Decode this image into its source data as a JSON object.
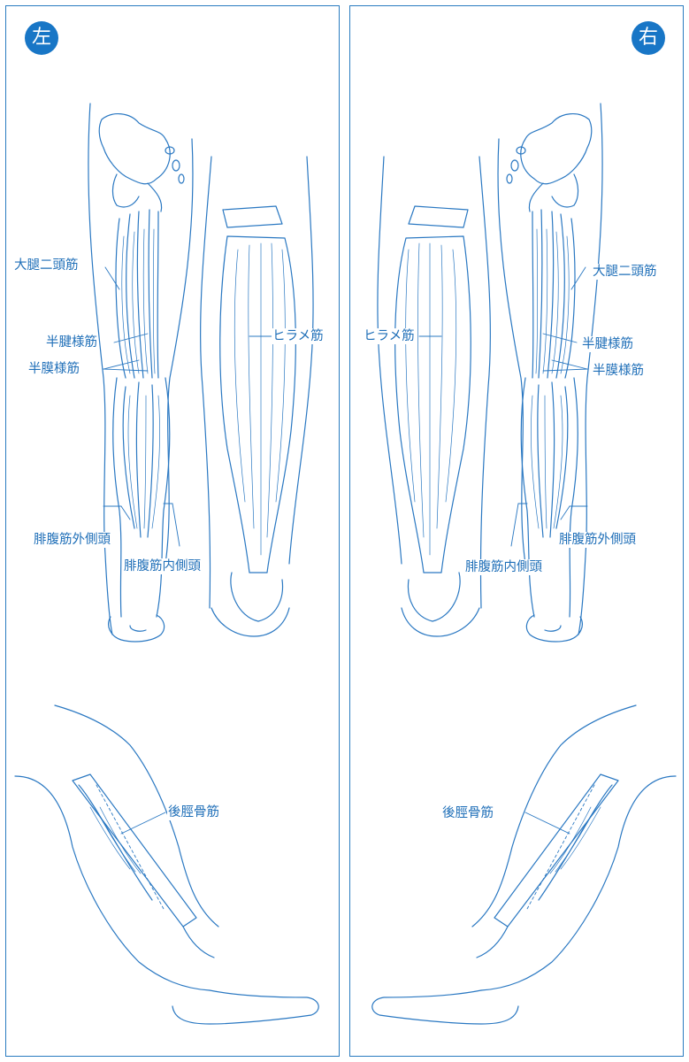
{
  "colors": {
    "line": "#2a78c2",
    "badge": "#1876c6",
    "label": "#1f6fb8",
    "border": "#2a7cc0"
  },
  "left": {
    "badge": "左",
    "labels": {
      "biceps_femoris": "大腿二頭筋",
      "semitendinosus": "半腱様筋",
      "semimembranosus": "半膜様筋",
      "soleus": "ヒラメ筋",
      "gastrocnemius_lateral": "腓腹筋外側頭",
      "gastrocnemius_medial": "腓腹筋内側頭",
      "tibialis_posterior": "後脛骨筋"
    }
  },
  "right": {
    "badge": "右",
    "labels": {
      "biceps_femoris": "大腿二頭筋",
      "semitendinosus": "半腱様筋",
      "semimembranosus": "半膜様筋",
      "soleus": "ヒラメ筋",
      "gastrocnemius_medial": "腓腹筋内側頭",
      "gastrocnemius_lateral": "腓腹筋外側頭",
      "tibialis_posterior": "後脛骨筋"
    }
  }
}
